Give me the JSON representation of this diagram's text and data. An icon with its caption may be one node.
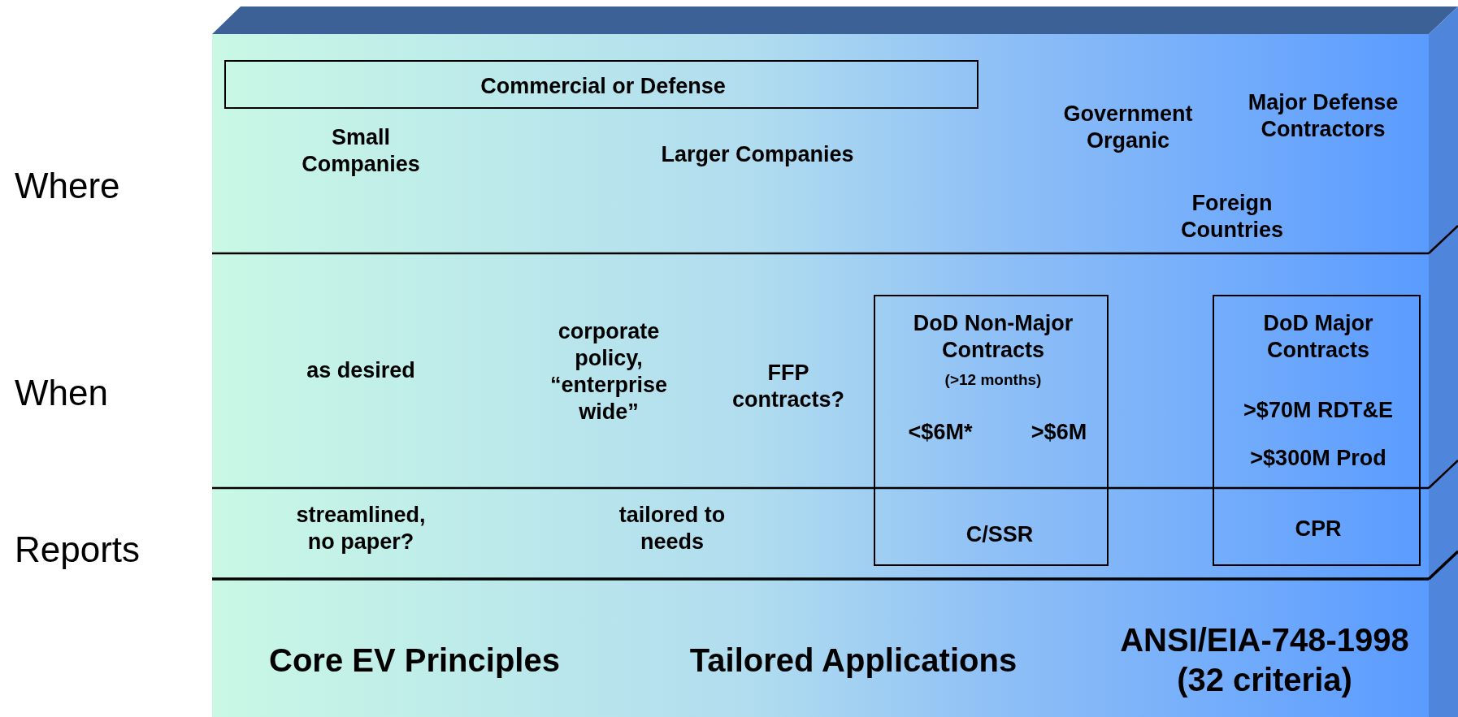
{
  "diagram": {
    "nodes": [
      {
        "text": [
          "Commercial or Defense"
        ]
      },
      {
        "text": [
          "DoD Non-Major Contracts",
          "(>12 months)",
          "<$6M*",
          ">$6M",
          "C/SSR"
        ]
      },
      {
        "text": [
          "DoD Major Contracts",
          ">$70M RDT&E",
          ">$300M Prod",
          "CPR"
        ]
      }
    ],
    "labels": [
      "Where",
      "Small Companies",
      "Larger Companies",
      "Government Organic",
      "Major Defense Contractors",
      "Foreign Countries",
      "When",
      "as desired",
      "corporate policy, “enterprise wide”",
      "FFP contracts?",
      "Reports",
      "streamlined, no paper?",
      "tailored to needs",
      "Core EV Principles",
      "Tailored Applications",
      "ANSI/EIA-748-1998 (32 criteria)"
    ]
  }
}
